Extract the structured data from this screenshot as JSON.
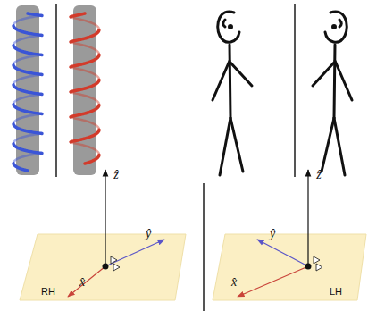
{
  "diagram": {
    "labels": [
      "ẑ",
      "ŷ",
      "x̂",
      "RH",
      "ẑ",
      "ŷ",
      "x̂",
      "LH"
    ]
  }
}
